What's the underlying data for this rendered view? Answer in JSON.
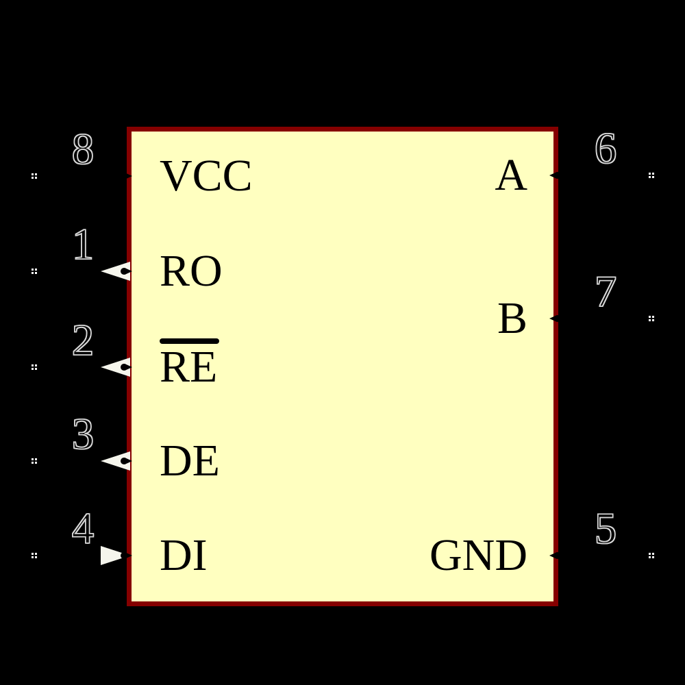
{
  "symbol": {
    "kind": "ic-schematic-symbol",
    "body_fill": "#FFFFC0",
    "body_border_color": "#850000",
    "pin_number_outline_color": "#D8D8D8",
    "label_color": "#000000",
    "arrow_fill": "#F5F5EC",
    "background_color": "#000000"
  },
  "pins": {
    "left": [
      {
        "number": "8",
        "name": "VCC",
        "arrow": "none",
        "overline": false
      },
      {
        "number": "1",
        "name": "RO",
        "arrow": "out",
        "overline": false
      },
      {
        "number": "2",
        "name": "RE",
        "arrow": "out",
        "overline": true
      },
      {
        "number": "3",
        "name": "DE",
        "arrow": "out",
        "overline": false
      },
      {
        "number": "4",
        "name": "DI",
        "arrow": "in",
        "overline": false
      }
    ],
    "right": [
      {
        "number": "6",
        "name": "A"
      },
      {
        "number": "7",
        "name": "B"
      },
      {
        "number": "5",
        "name": "GND"
      }
    ]
  }
}
